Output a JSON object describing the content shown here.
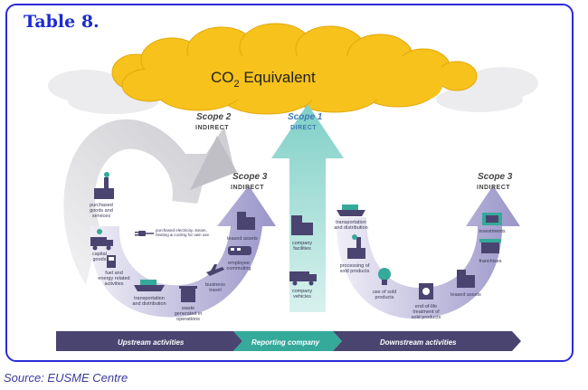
{
  "figure": {
    "title": "Table 8.",
    "cloud_label": "CO",
    "cloud_sub": "2",
    "cloud_label_tail": " Equivalent",
    "source": "Source: EUSME Centre"
  },
  "scopes": {
    "scope2": {
      "name": "Scope 2",
      "type": "INDIRECT"
    },
    "scope1": {
      "name": "Scope 1",
      "type": "DIRECT"
    },
    "scope3_up": {
      "name": "Scope 3",
      "type": "INDIRECT"
    },
    "scope3_down": {
      "name": "Scope 3",
      "type": "INDIRECT"
    }
  },
  "upstream_items": {
    "purchased_goods": [
      "purchased",
      "goods and",
      "services"
    ],
    "capital_goods": [
      "capital",
      "goods"
    ],
    "fuel_energy": [
      "fuel and",
      "energy related",
      "activities"
    ],
    "transport_up": [
      "transportation",
      "and distribution"
    ],
    "waste": [
      "waste",
      "generated in",
      "operations"
    ],
    "business_travel": [
      "business",
      "travel"
    ],
    "commuting": [
      "employee",
      "commuting"
    ],
    "leased_up": [
      "leased assets"
    ],
    "electricity": [
      "purchased electricity, steam,",
      "heating & cooling for own use"
    ]
  },
  "company_items": {
    "facilities": [
      "company",
      "facilities"
    ],
    "vehicles": [
      "company",
      "vehicles"
    ]
  },
  "downstream_items": {
    "transport_down": [
      "transportation",
      "and distribution"
    ],
    "processing": [
      "processing of",
      "sold products"
    ],
    "use": [
      "use of sold",
      "products"
    ],
    "end_of_life": [
      "end-of-life",
      "treatment of",
      "sold products"
    ],
    "leased_down": [
      "leased assets"
    ],
    "franchises": [
      "franchises"
    ],
    "investments": [
      "investments"
    ]
  },
  "activity_bar": {
    "upstream": "Upstream activities",
    "reporting": "Reporting company",
    "downstream": "Downstream activities"
  },
  "colors": {
    "frame": "#2b2bd9",
    "cloud": "#f7c21c",
    "scope1_arrow": "#8fd6cf",
    "scope3_arrow": "#9b96c8",
    "bar_dark": "#4a4470",
    "bar_teal": "#35a99a",
    "label_blue": "#3d7ab8"
  }
}
